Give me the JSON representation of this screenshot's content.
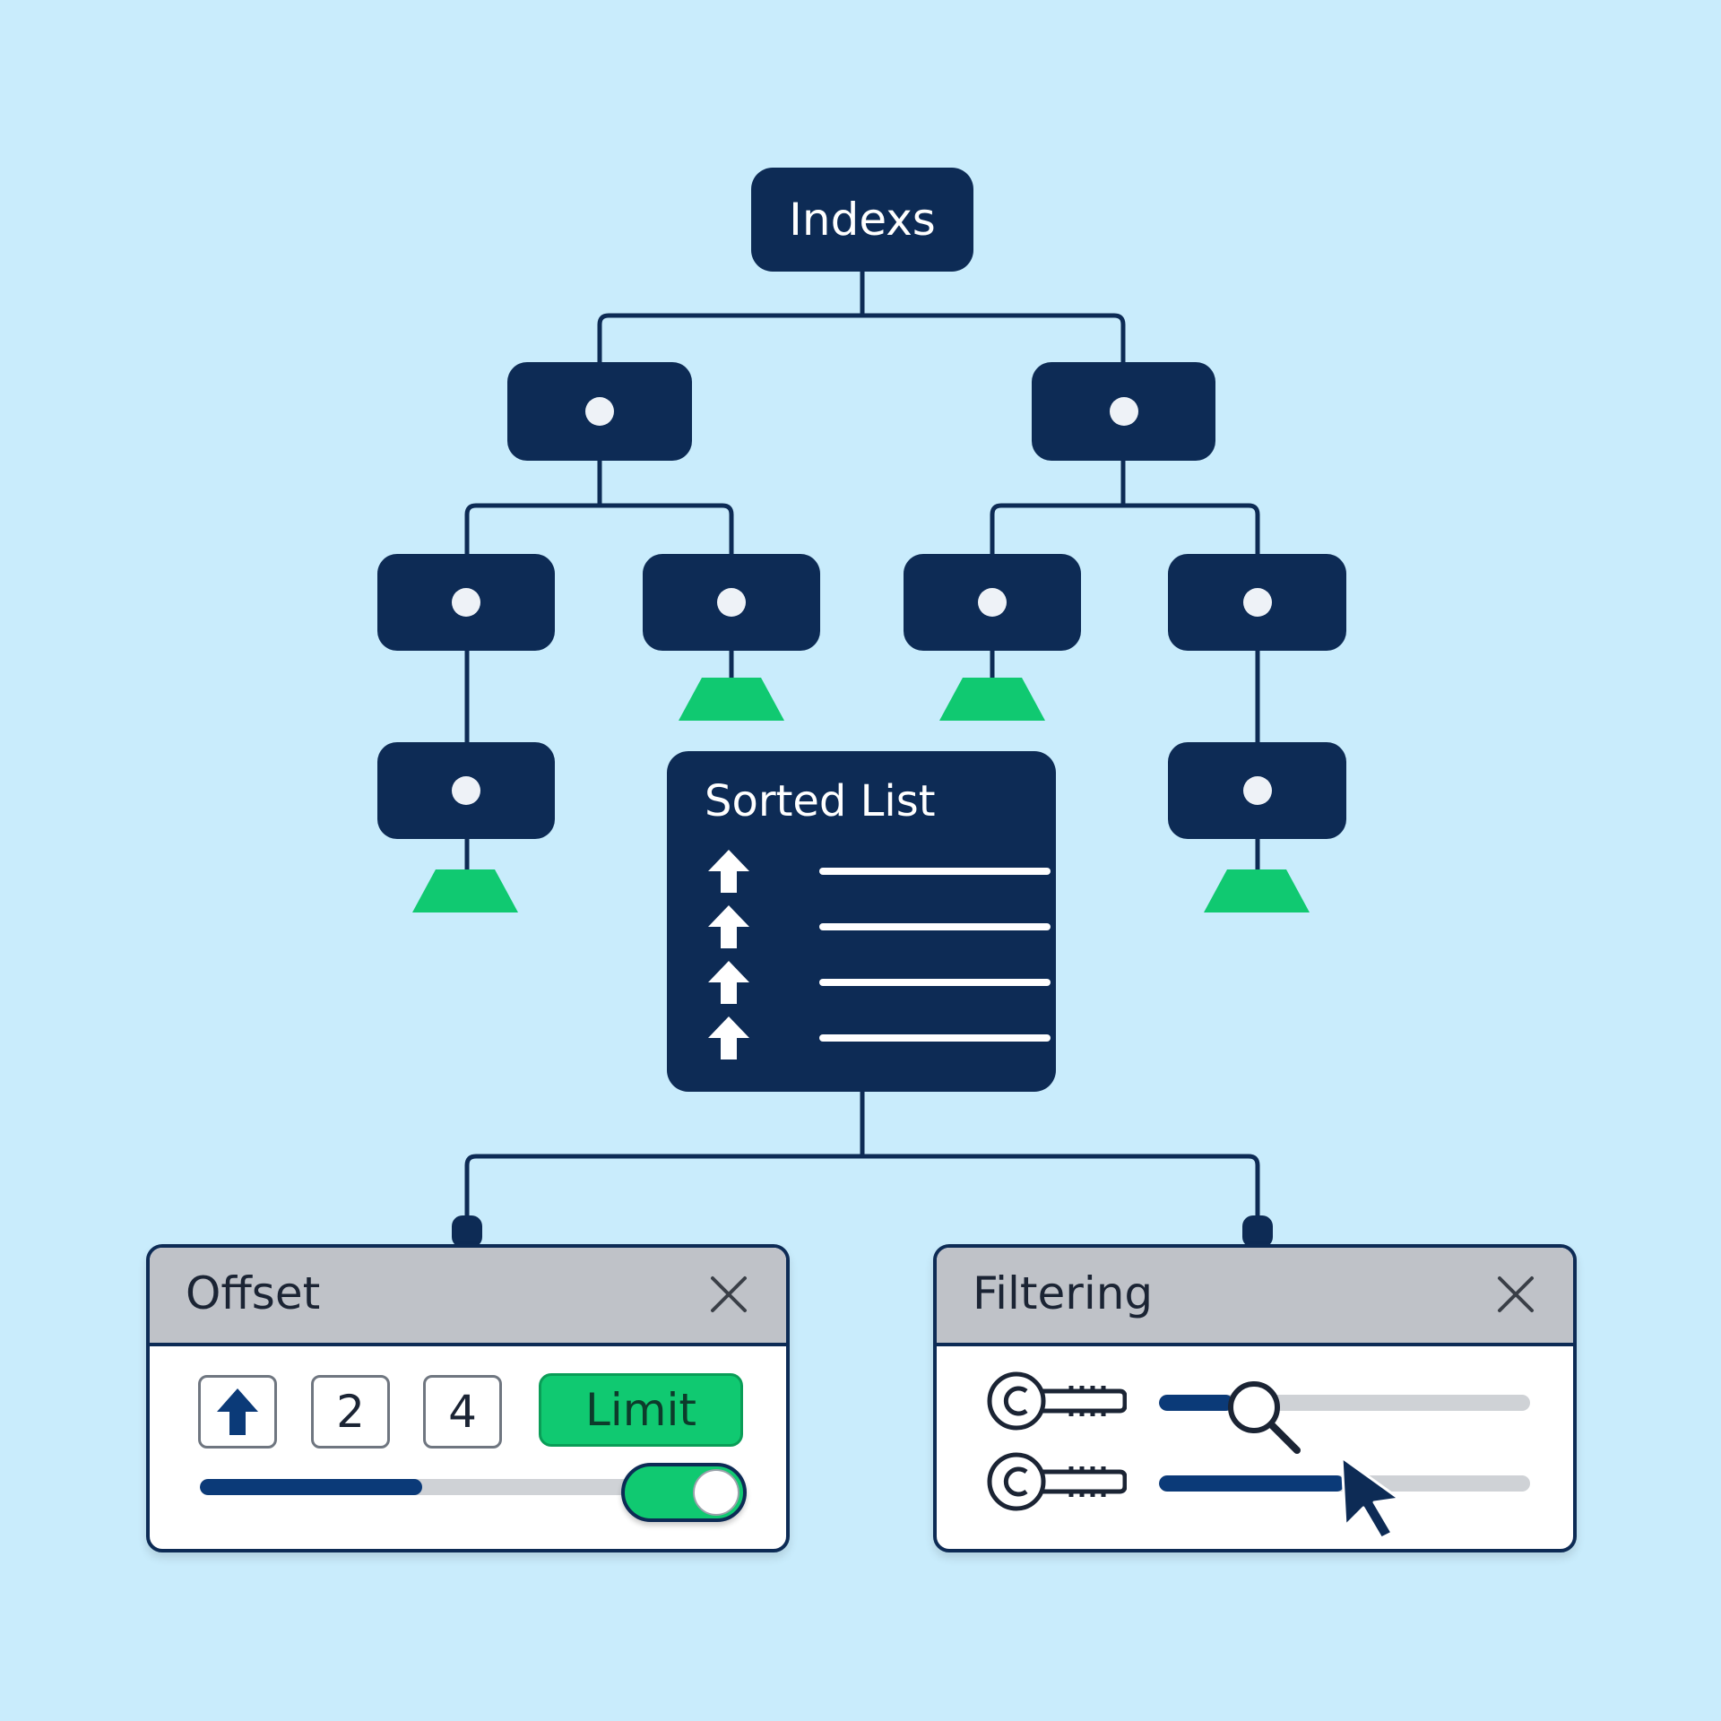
{
  "root": {
    "label": "Indexs"
  },
  "sorted_list": {
    "title": "Sorted List",
    "rows": [
      {
        "icon": "up-arrow-icon"
      },
      {
        "icon": "up-arrow-icon"
      },
      {
        "icon": "up-arrow-icon"
      },
      {
        "icon": "up-arrow-icon"
      }
    ]
  },
  "offset_panel": {
    "title": "Offset",
    "close_icon": "close-icon",
    "controls": {
      "up_icon": "up-arrow-icon",
      "box_values": [
        "2",
        "4"
      ],
      "limit_label": "Limit",
      "slider_fraction": 0.46,
      "toggle_on": true
    }
  },
  "filter_panel": {
    "title": "Filtering",
    "close_icon": "close-icon",
    "rows": [
      {
        "icon": "key-icon",
        "slider_fraction": 0.2
      },
      {
        "icon": "key-icon",
        "slider_fraction": 0.5
      }
    ]
  },
  "colors": {
    "background": "#c9ecfc",
    "node": "#0d2b55",
    "leaf": "#10c971",
    "accent_blue": "#0b3a78",
    "panel_header": "#bfc2c8"
  }
}
